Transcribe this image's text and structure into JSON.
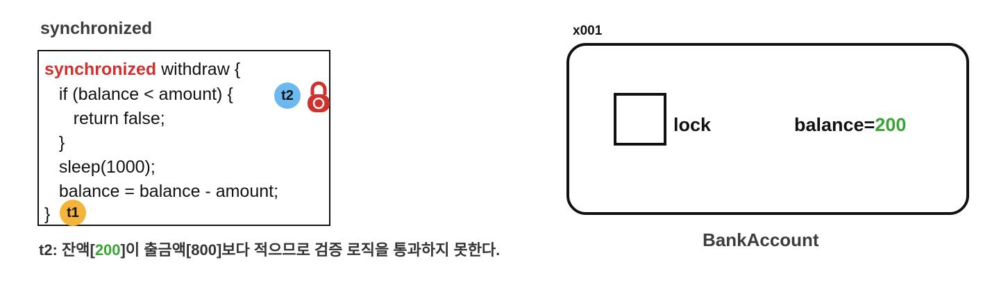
{
  "title": "synchronized",
  "code": {
    "keyword": "synchronized",
    "line1_rest": " withdraw {",
    "line2": "   if (balance < amount) {",
    "line3": "      return false;",
    "line4": "   }",
    "line5": "   sleep(1000);",
    "line6": "   balance = balance - amount;",
    "line7": "}"
  },
  "threads": {
    "t2": "t2",
    "t1": "t1"
  },
  "caption": {
    "prefix": "t2: 잔액[",
    "balance": "200",
    "suffix": "]이 출금액[800]보다 적으므로 검증 로직을 통과하지 못한다."
  },
  "object": {
    "id": "x001",
    "lock_label": "lock",
    "balance_label": "balance=",
    "balance_value": "200",
    "class_name": "BankAccount"
  },
  "colors": {
    "keyword": "#d0312d",
    "t2_badge": "#6cb8f0",
    "t1_badge": "#f2b43a",
    "lock_icon": "#d0312d",
    "value_green": "#3aa335"
  },
  "icons": {
    "lock": "padlock-icon"
  }
}
